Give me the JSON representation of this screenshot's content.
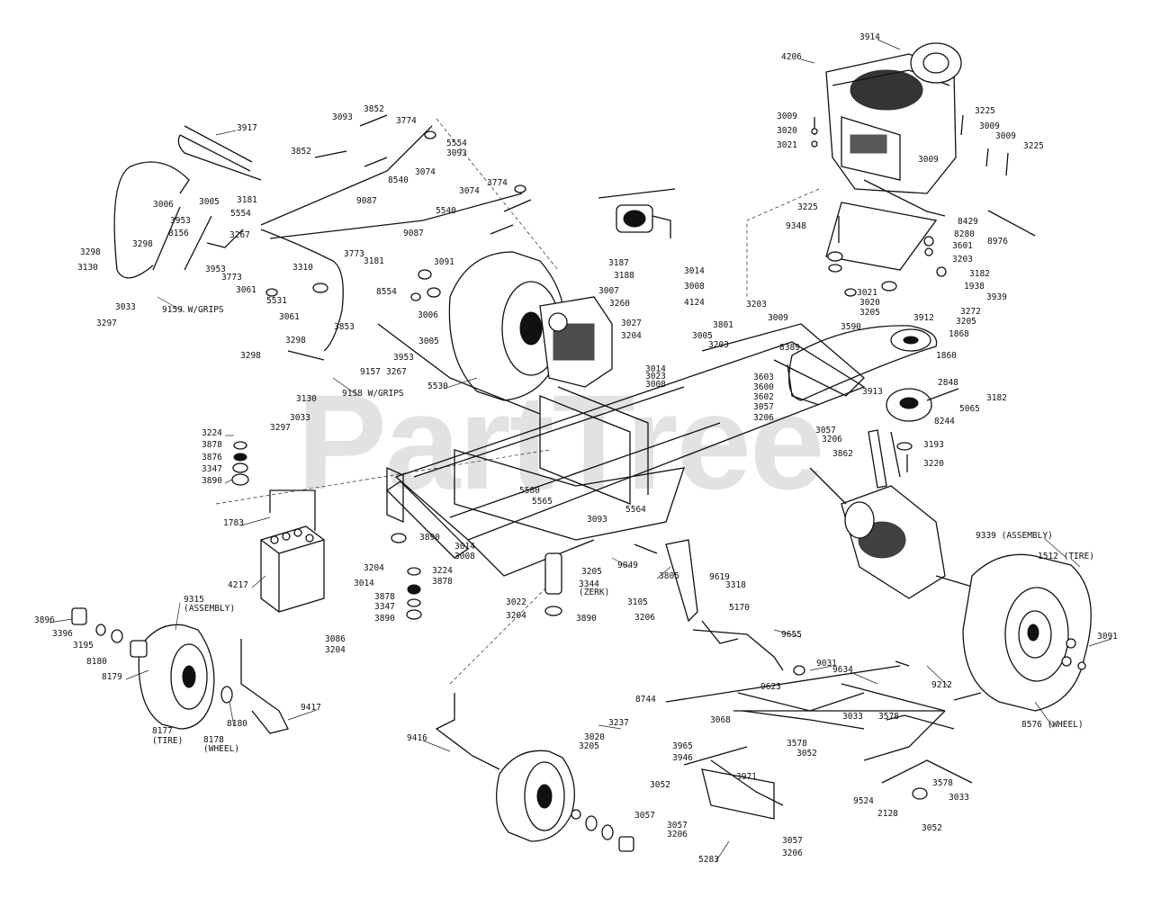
{
  "watermark": "PartTree",
  "parts": {
    "p3914": "3914",
    "p4206": "4206",
    "p3009a": "3009",
    "p3020a": "3020",
    "p3021a": "3021",
    "p3225a": "3225",
    "p3009b": "3009",
    "p3009c": "3009",
    "p3225b": "3225",
    "p3009d": "3009",
    "p3225c": "3225",
    "p9348": "9348",
    "p8429": "8429",
    "p8280": "8280",
    "p8976": "8976",
    "p3601": "3601",
    "p3203a": "3203",
    "p3182a": "3182",
    "p1938": "1938",
    "p3939": "3939",
    "p3272": "3272",
    "p3205a": "3205",
    "p3021b": "3021",
    "p3020b": "3020",
    "p3205b": "3205",
    "p3912": "3912",
    "p3590": "3590",
    "p1868": "1868",
    "p1860": "1860",
    "p2848": "2848",
    "p3913": "3913",
    "p3182b": "3182",
    "p5065": "5065",
    "p8244": "8244",
    "p3193": "3193",
    "p3220": "3220",
    "p3862": "3862",
    "p3203b": "3203",
    "p3009e": "3009",
    "p3801": "3801",
    "p8389": "8389",
    "p3005a": "3005",
    "p3203c": "3203",
    "p3603": "3603",
    "p3600": "3600",
    "p3602": "3602",
    "p3057a": "3057",
    "p3206a": "3206",
    "p3057b": "3057",
    "p3206b": "3206",
    "p3917": "3917",
    "p3093a": "3093",
    "p3852a": "3852",
    "p3774a": "3774",
    "p5554a": "5554",
    "p3093b": "3093",
    "p3852b": "3852",
    "p3074a": "3074",
    "p8540": "8540",
    "p3774b": "3774",
    "p3074b": "3074",
    "p9087a": "9087",
    "p5540": "5540",
    "p9087b": "9087",
    "p3006a": "3006",
    "p3005b": "3005",
    "p3181a": "3181",
    "p5554b": "5554",
    "p3953a": "3953",
    "p8156": "8156",
    "p3298a": "3298",
    "p3267a": "3267",
    "p3953b": "3953",
    "p3773a": "3773",
    "p3130a": "3130",
    "p3298b": "3298",
    "p3033a": "3033",
    "p3297a": "3297",
    "p9159": "9159 W/GRIPS",
    "p3773b": "3773",
    "p3181b": "3181",
    "p3310": "3310",
    "p3061a": "3061",
    "p5531": "5531",
    "p3061b": "3061",
    "p8554": "8554",
    "p3091a": "3091",
    "p3853": "3853",
    "p3006b": "3006",
    "p3005c": "3005",
    "p3298c": "3298",
    "p9157": "9157",
    "p3267b": "3267",
    "p3953c": "3953",
    "p3298d": "3298",
    "p3130b": "3130",
    "p9158": "9158 W/GRIPS",
    "p3033b": "3033",
    "p3297b": "3297",
    "p5530": "5530",
    "p3187": "3187",
    "p3188": "3188",
    "p3014a": "3014",
    "p3007": "3007",
    "p3008a": "3008",
    "p3260": "3260",
    "p4124": "4124",
    "p3027": "3027",
    "p3204a": "3204",
    "p3014b": "3014",
    "p3023": "3023",
    "p3008b": "3008",
    "p3224a": "3224",
    "p3878a": "3878",
    "p3876": "3876",
    "p3347a": "3347",
    "p3890a": "3890",
    "p1783": "1783",
    "p3890b": "3890",
    "p5580": "5580",
    "p5565": "5565",
    "p5564": "5564",
    "p3093c": "3093",
    "p3014c": "3014",
    "p3008c": "3008",
    "p3205c": "3205",
    "p9049": "9049",
    "p3224b": "3224",
    "p3878b": "3878",
    "p3344": "3344",
    "p3344b": "(ZERK)",
    "p3878c": "3878",
    "p3347b": "3347",
    "p3890c": "3890",
    "p3022": "3022",
    "p3204b": "3204",
    "p3890d": "3890",
    "p4217": "4217",
    "p3204c": "3204",
    "p3014d": "3014",
    "p3086": "3086",
    "p3204d": "3204",
    "p9315": "9315",
    "p9315b": "(ASSEMBLY)",
    "p3896": "3896",
    "p3396": "3396",
    "p3195": "3195",
    "p8180a": "8180",
    "p8179": "8179",
    "p8177": "8177",
    "p8177b": "(TIRE)",
    "p8178": "8178",
    "p8178b": "(WHEEL)",
    "p8180b": "8180",
    "p9417": "9417",
    "p3805": "3805",
    "p9619": "9619",
    "p3318": "3318",
    "p3105": "3105",
    "p3206c": "3206",
    "p5170": "5170",
    "p9655": "9655",
    "p9031": "9031",
    "p9339": "9339 (ASSEMBLY)",
    "p1512": "1512 (TIRE)",
    "p3091b": "3091",
    "p8576": "8576 (WHEEL)",
    "p9634": "9634",
    "p9212": "9212",
    "p9623": "9623",
    "p8744": "8744",
    "p3237": "3237",
    "p3020c": "3020",
    "p3205d": "3205",
    "p3068": "3068",
    "p3033c": "3033",
    "p3578a": "3578",
    "p3578b": "3578",
    "p3052a": "3052",
    "p3965": "3965",
    "p3946": "3946",
    "p3971": "3971",
    "p3052b": "3052",
    "p3057c": "3057",
    "p3057d": "3057",
    "p3206d": "3206",
    "p9524": "9524",
    "p3578c": "3578",
    "p2128": "2128",
    "p3033d": "3033",
    "p3052c": "3052",
    "p5283": "5283",
    "p3057e": "3057",
    "p3206e": "3206",
    "p9416": "9416"
  }
}
